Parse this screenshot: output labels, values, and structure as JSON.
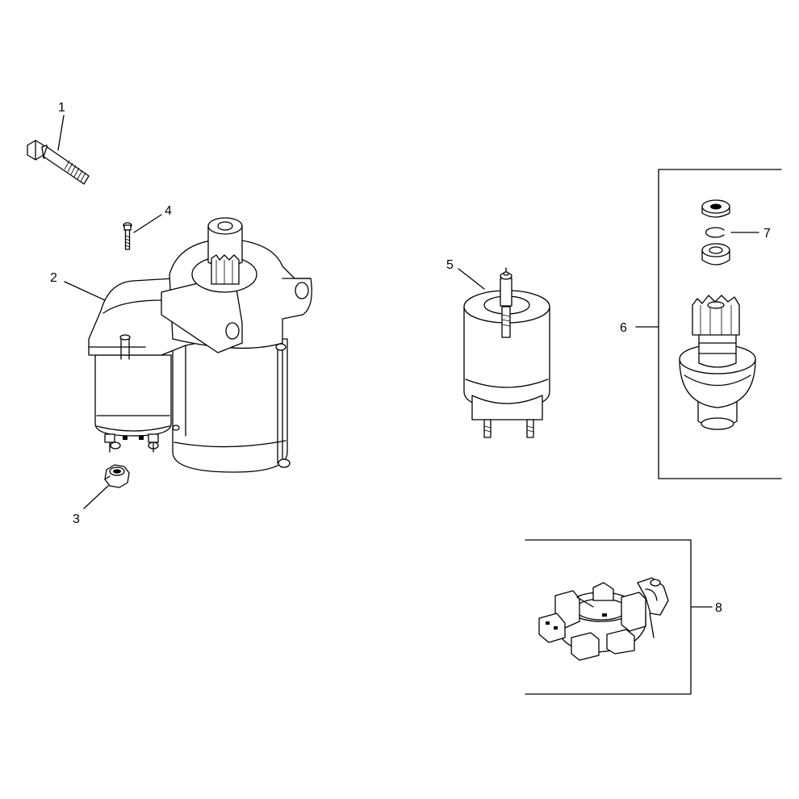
{
  "callouts": {
    "c1": "1",
    "c2": "2",
    "c3": "3",
    "c4": "4",
    "c5": "5",
    "c6": "6",
    "c7": "7",
    "c8": "8"
  },
  "colors": {
    "line": "#000000",
    "background": "#ffffff"
  },
  "parts": [
    "bolt-icon",
    "starter-motor-icon",
    "nut-icon",
    "screw-icon",
    "solenoid-icon",
    "drive-assembly-icon",
    "retainer-ring-icon",
    "brush-holder-icon"
  ]
}
